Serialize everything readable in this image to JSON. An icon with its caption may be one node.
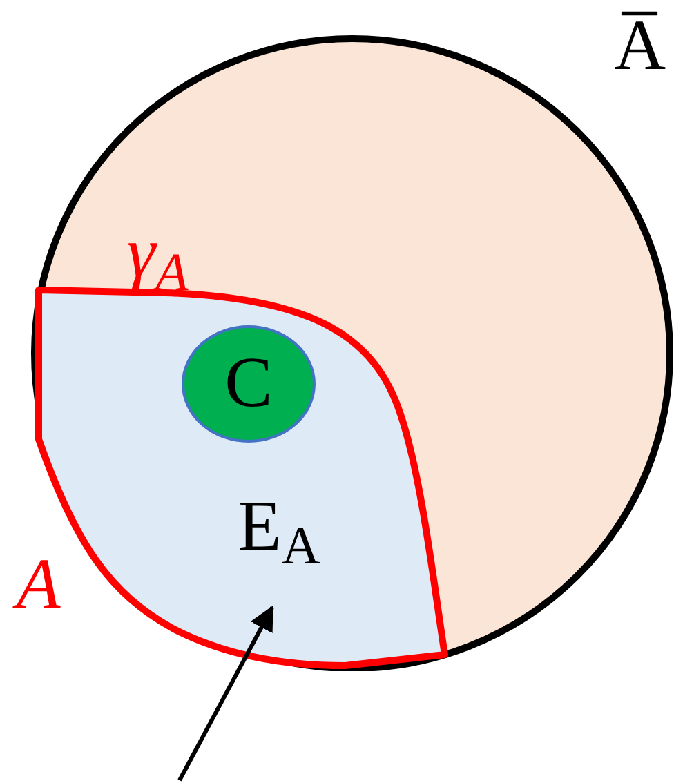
{
  "diagram": {
    "nodes": [
      {
        "text": [
          "A̅"
        ]
      },
      {
        "text": [
          "E$_{A}$"
        ],
        "in": 0
      },
      {
        "text": [
          "C"
        ],
        "in": 1
      }
    ],
    "edges": [
      {
        "from": null,
        "to": 1,
        "arrow": "to"
      }
    ],
    "labels": [
      "γ$_{A}$",
      "A"
    ]
  }
}
